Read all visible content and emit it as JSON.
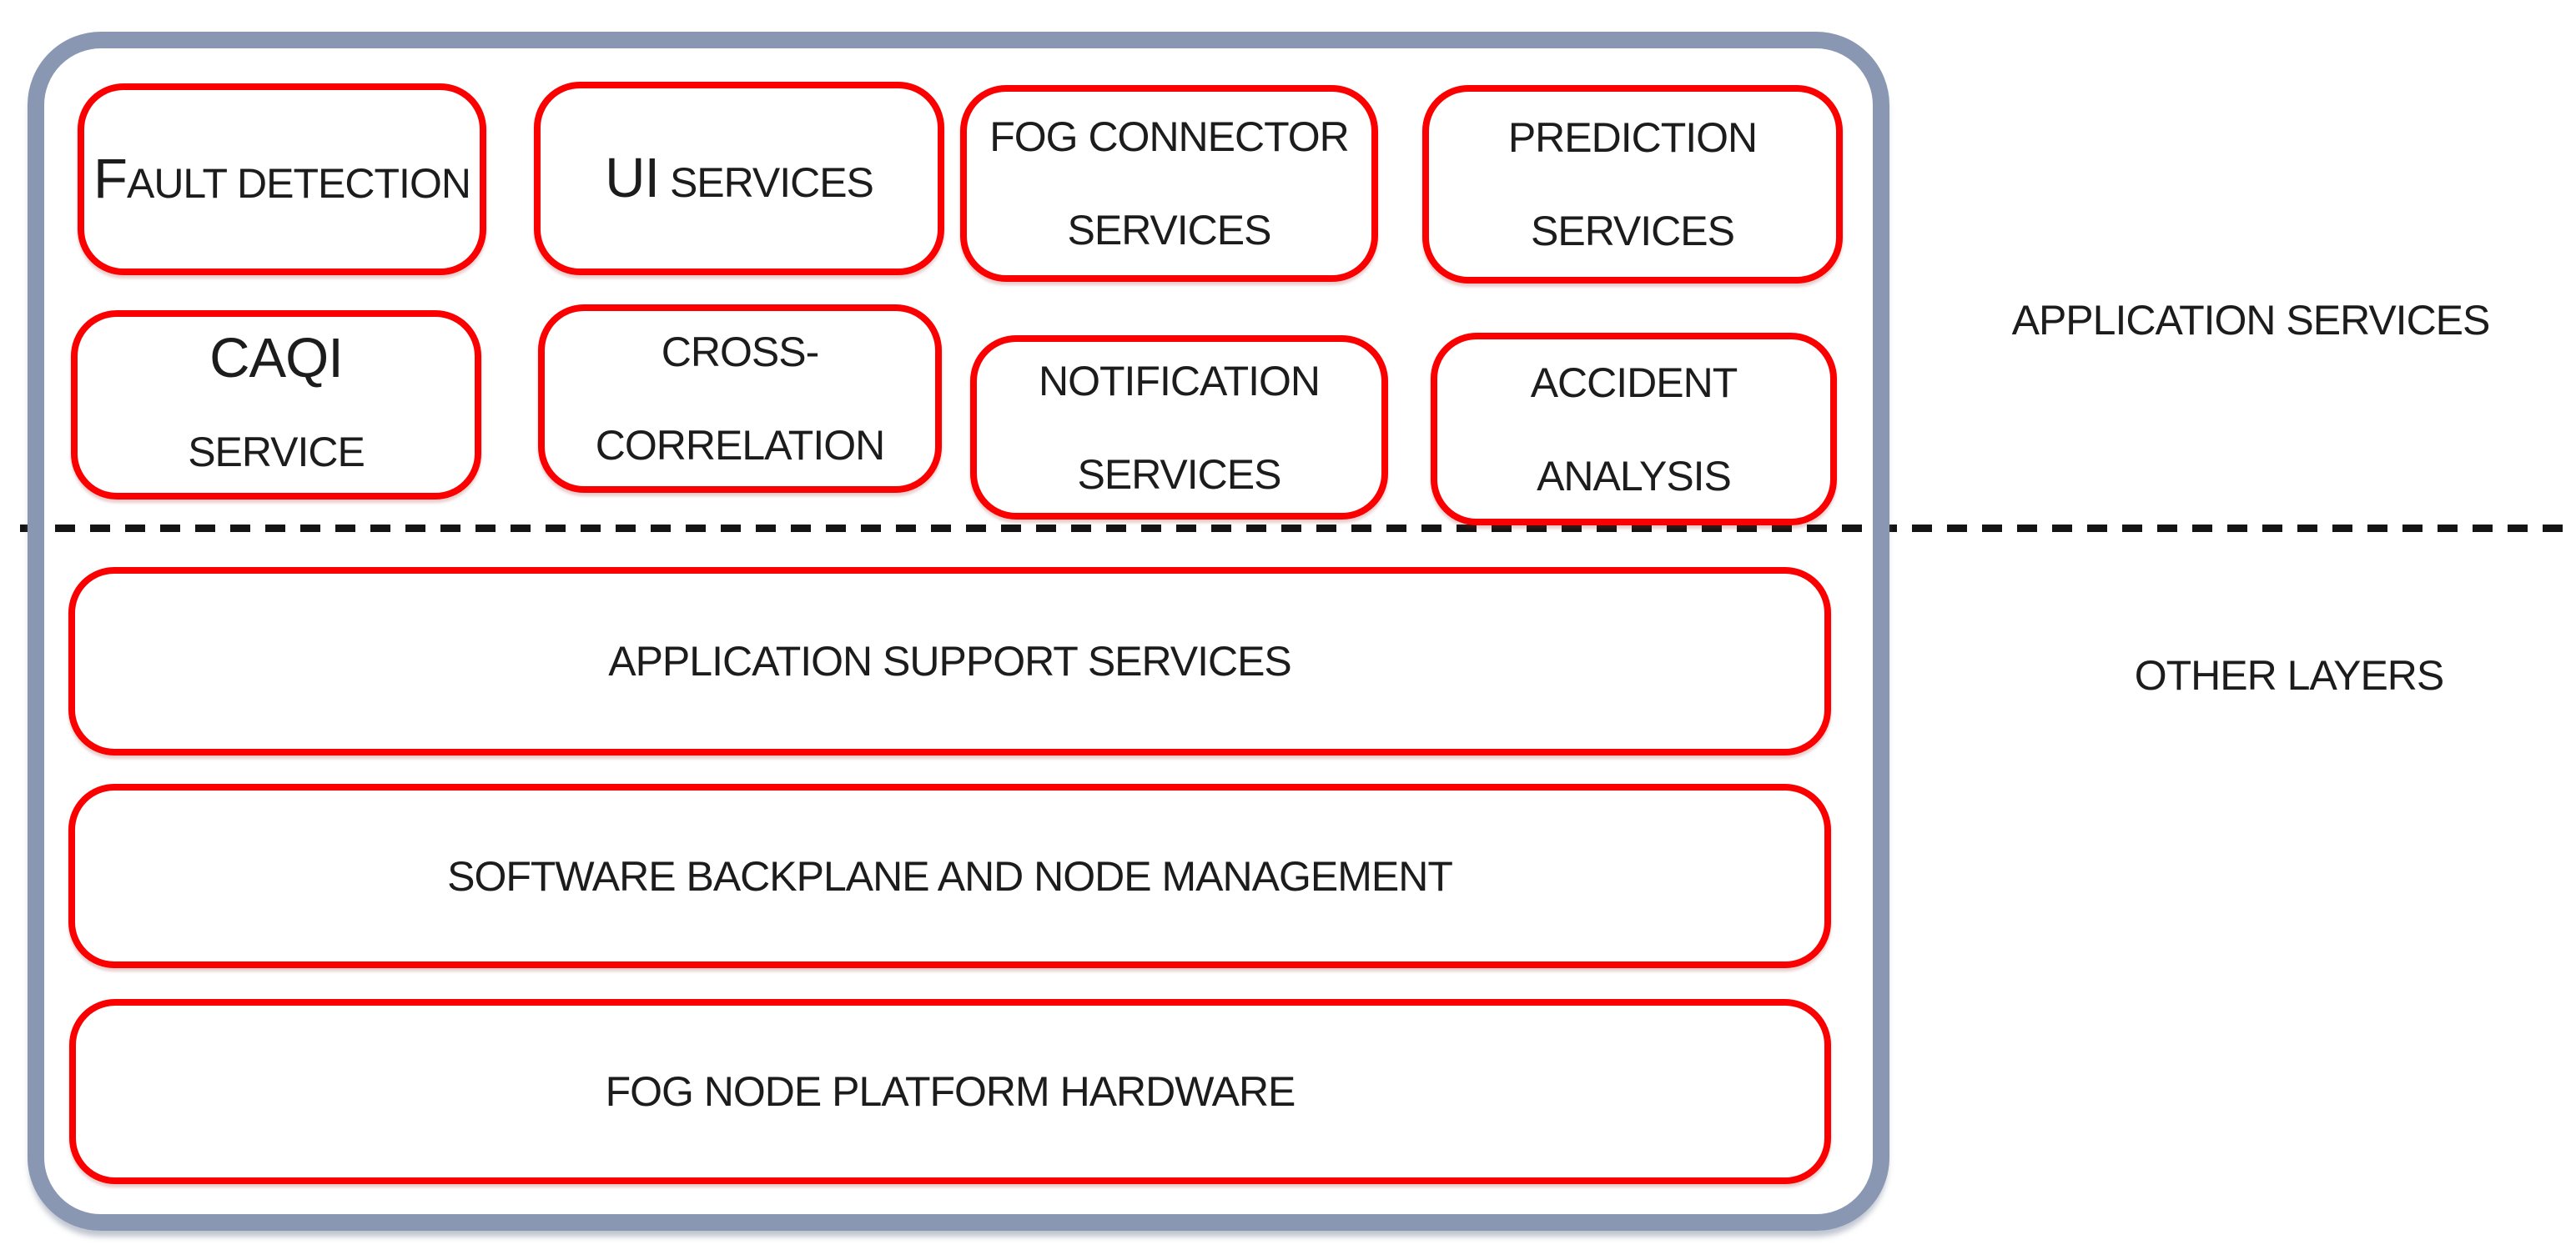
{
  "colors": {
    "outer_border": "#8997b3",
    "box_border": "#fa0000",
    "text": "#1c1c1c",
    "dash": "#141414"
  },
  "regions": {
    "application_services": {
      "label": "APPLICATION SERVICES",
      "boxes": [
        {
          "name": "fault-detection",
          "line1_big": "F",
          "line1_rest": "AULT DETECTION"
        },
        {
          "name": "ui-services",
          "line1_big": "UI",
          "line1_rest": " SERVICES"
        },
        {
          "name": "fog-connector-services",
          "line1": "FOG CONNECTOR",
          "line2": "SERVICES"
        },
        {
          "name": "prediction-services",
          "line1": "PREDICTION",
          "line2": "SERVICES"
        },
        {
          "name": "caqi-service",
          "line1_big": "CAQI",
          "line2": "SERVICE"
        },
        {
          "name": "cross-correlation",
          "line1": "CROSS-",
          "line2": "CORRELATION"
        },
        {
          "name": "notification-services",
          "line1": "NOTIFICATION",
          "line2": "SERVICES"
        },
        {
          "name": "accident-analysis",
          "line1": "ACCIDENT",
          "line2": "ANALYSIS"
        }
      ]
    },
    "other_layers": {
      "label": "OTHER LAYERS",
      "boxes": [
        {
          "name": "application-support-services",
          "label": "APPLICATION SUPPORT SERVICES"
        },
        {
          "name": "software-backplane-and-node-management",
          "label": "SOFTWARE BACKPLANE AND NODE MANAGEMENT"
        },
        {
          "name": "fog-node-platform-hardware",
          "label": "FOG NODE PLATFORM HARDWARE"
        }
      ]
    }
  }
}
